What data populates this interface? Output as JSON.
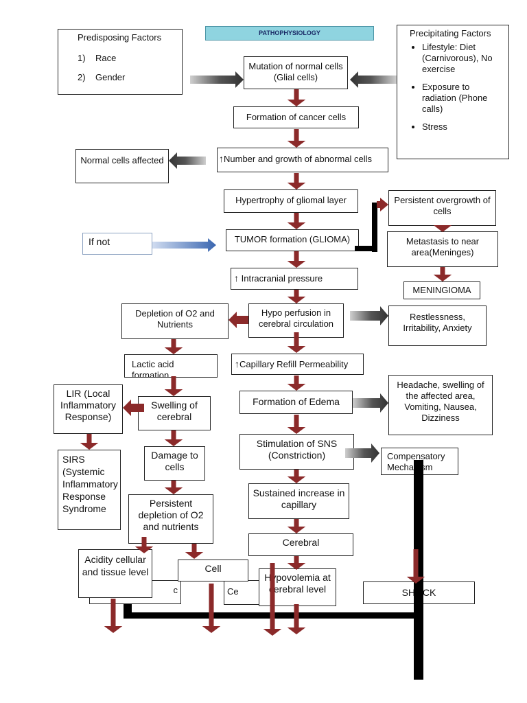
{
  "title": "PATHOPHYSIOLOGY",
  "predisposing": {
    "heading": "Predisposing Factors",
    "items": [
      "1)    Race",
      "2)    Gender"
    ]
  },
  "precipitating": {
    "heading": "Precipitating Factors",
    "items": [
      "Lifestyle: Diet (Carnivorous), No exercise",
      "Exposure to radiation (Phone calls)",
      "Stress"
    ]
  },
  "nodes": {
    "mutation": "Mutation of normal cells (Glial cells)",
    "formation_cancer": "Formation of cancer cells",
    "number_growth": "Number and growth of abnormal cells",
    "normal_cells": "Normal cells affected",
    "hypertrophy": "Hypertrophy of gliomal layer",
    "persistent_overgrowth": "Persistent overgrowth of cells",
    "tumor": "TUMOR formation (GLIOMA)",
    "if_not": "If not",
    "metastasis": "Metastasis to near area(Meninges)",
    "icp": "Intracranial pressure",
    "meningioma": "MENINGIOMA",
    "depletion": "Depletion of O2 and Nutrients",
    "hypoperfusion": "Hypo perfusion in cerebral circulation",
    "restlessness": "Restlessness, Irritability, Anxiety",
    "lactic": "Lactic acid formation",
    "capillary": "Capillary Refill Permeability",
    "lir": "LIR (Local Inflammatory Response)",
    "swelling": "Swelling of cerebral",
    "edema": "Formation of Edema",
    "headache": "Headache, swelling of the affected area, Vomiting, Nausea, Dizziness",
    "sns": "Stimulation of SNS (Constriction)",
    "compensatory": "Compensatory Mechanism",
    "sirs": "SIRS (Systemic Inflammatory Response Syndrome",
    "damage": "Damage to cells",
    "sustained": "Sustained increase in capillary",
    "persistent_depletion": "Persistent depletion of O2 and nutrients",
    "cerebral": "Cerebral",
    "acidity": "Acidity cellular and tissue level",
    "cell": "Cell",
    "hypovolemia": "Hypovolemia at cerebral level",
    "shock": "SHOCK",
    "behind_left": "c",
    "behind_mid": "Ce"
  },
  "colors": {
    "arrow": "#8b2a2a",
    "title_bg": "#8fd4e0",
    "blue_arrow": "#3a66b0"
  }
}
